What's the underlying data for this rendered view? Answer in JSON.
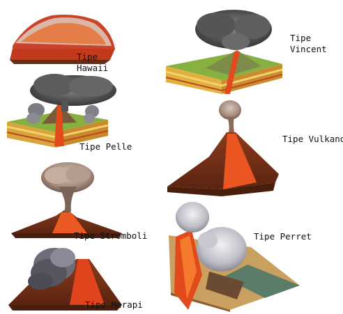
{
  "types": [
    {
      "id": "hawaii",
      "label_line1": "Tipe",
      "label_line2": "Hawaii"
    },
    {
      "id": "vincent",
      "label_line1": "Tipe",
      "label_line2": "Vincent"
    },
    {
      "id": "pelle",
      "label": "Tipe Pelle"
    },
    {
      "id": "vulkano",
      "label": "Tipe Vulkano"
    },
    {
      "id": "stromboli",
      "label": "Tipe Stromboli"
    },
    {
      "id": "perret",
      "label": "Tipe Perret"
    },
    {
      "id": "merapi",
      "label": "Tipe Merapi"
    }
  ],
  "colors": {
    "lava": "#e8461c",
    "crust": "#8a3a1a",
    "grass": "#7fae3a",
    "strata_yellow": "#f2c23a",
    "ash": "#6e6e6e"
  }
}
